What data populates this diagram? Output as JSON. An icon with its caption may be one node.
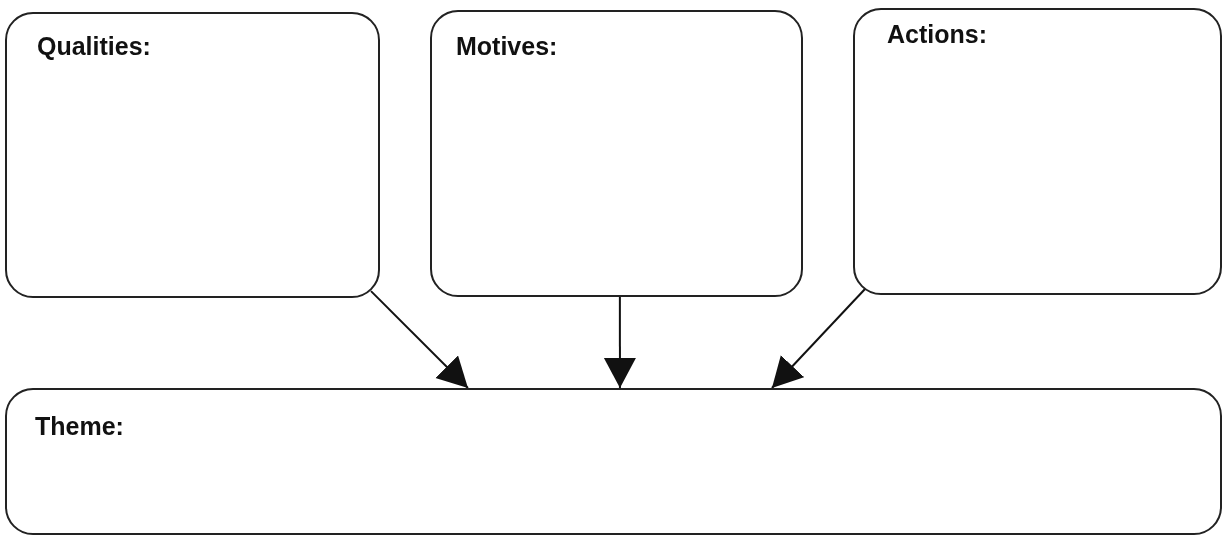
{
  "diagram": {
    "nodes": [
      {
        "text": [
          "Qualities:"
        ]
      },
      {
        "text": [
          "Motives:"
        ]
      },
      {
        "text": [
          "Actions:"
        ]
      },
      {
        "text": [
          "Theme:"
        ]
      }
    ],
    "edges": [
      {
        "from": 0,
        "to": 3,
        "arrow": "to"
      },
      {
        "from": 1,
        "to": 3,
        "arrow": "to"
      },
      {
        "from": 2,
        "to": 3,
        "arrow": "to"
      }
    ]
  }
}
